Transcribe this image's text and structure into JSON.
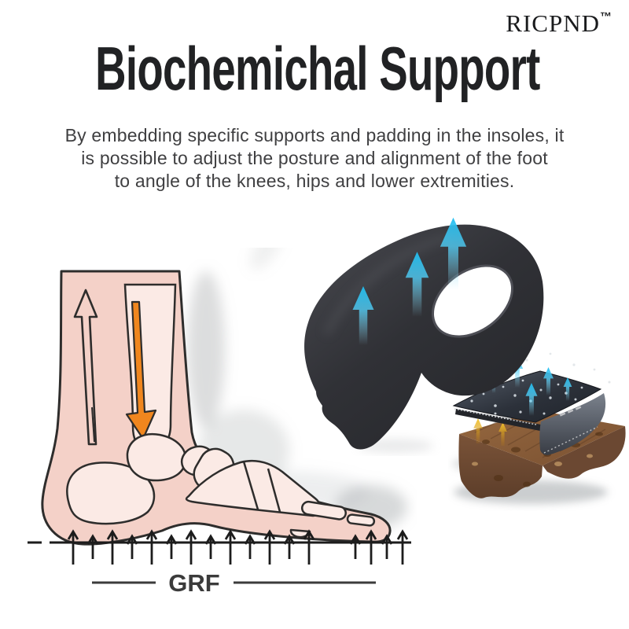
{
  "brand": {
    "name": "RICPND",
    "trademark": "™"
  },
  "headline": {
    "title": "Biochemichal Support"
  },
  "description": {
    "lines": [
      "By embedding specific supports and padding in the insoles, it",
      "is possible to adjust the posture and alignment of the foot",
      "to angle of the knees, hips and lower extremities."
    ]
  },
  "foot_diagram": {
    "grf_label": "GRF",
    "ground_arrow_count": 17
  },
  "insole_graphic": {
    "breathability_arrow_count": 3
  },
  "layers_graphic": {
    "blue_arrow_count": 5,
    "yellow_arrow_count": 2
  },
  "colors": {
    "background": "#ffffff",
    "title": "#212224",
    "body": "#3f3f41",
    "logo": "#1a1b1d",
    "outline": "#2e2d2c",
    "skin": "#f4d1c8",
    "bone": "#fbeae5",
    "orange": "#f0861e",
    "blue": "#2fc3f2",
    "insole": "#35363b",
    "ground": "#1c1c1c",
    "grf": "#3b3b3b",
    "cork": "#8a5e3c",
    "yellow": "#eab223"
  }
}
